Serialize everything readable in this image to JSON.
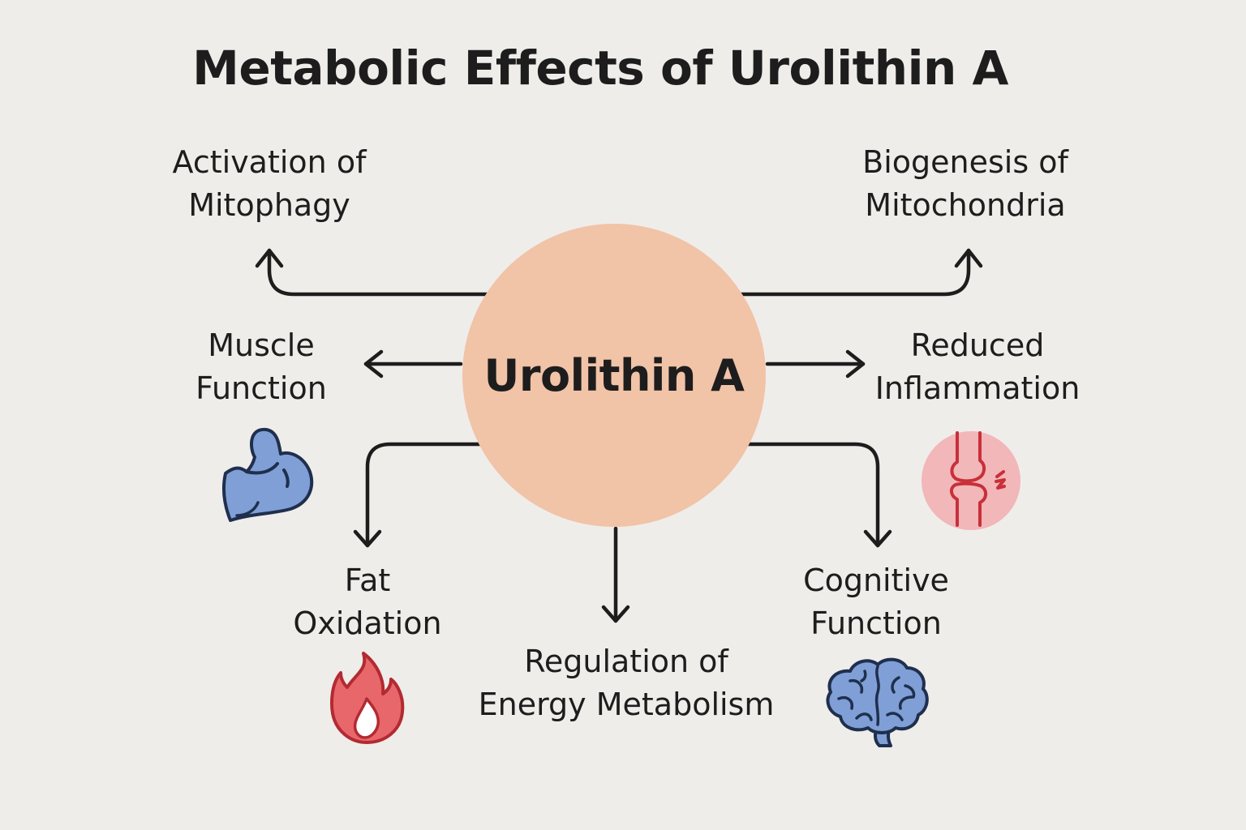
{
  "title": "Metabolic Effects of Urolithin A",
  "hub": {
    "label": "Urolithin A",
    "color": "#f1c3a7"
  },
  "nodes": {
    "mitophagy": {
      "line1": "Activation of",
      "line2": "Mitophagy"
    },
    "biogenesis": {
      "line1": "Biogenesis of",
      "line2": "Mitochondria"
    },
    "muscle": {
      "line1": "Muscle",
      "line2": "Function",
      "icon": "flexed-bicep-icon"
    },
    "inflammation": {
      "line1": "Reduced",
      "line2": "Inflammation",
      "icon": "knee-joint-icon"
    },
    "fat": {
      "line1": "Fat",
      "line2": "Oxidation",
      "icon": "flame-icon"
    },
    "energy": {
      "line1": "Regulation of",
      "line2": "Energy Metabolism"
    },
    "cognitive": {
      "line1": "Cognitive",
      "line2": "Function",
      "icon": "brain-icon"
    }
  },
  "colors": {
    "background": "#efedea",
    "arrow": "#1d1d1d",
    "muscle_icon": "#7f9fd6",
    "brain_icon": "#7f9fd6",
    "flame_icon": "#e8676a",
    "joint_icon": "#f2b7b9"
  }
}
